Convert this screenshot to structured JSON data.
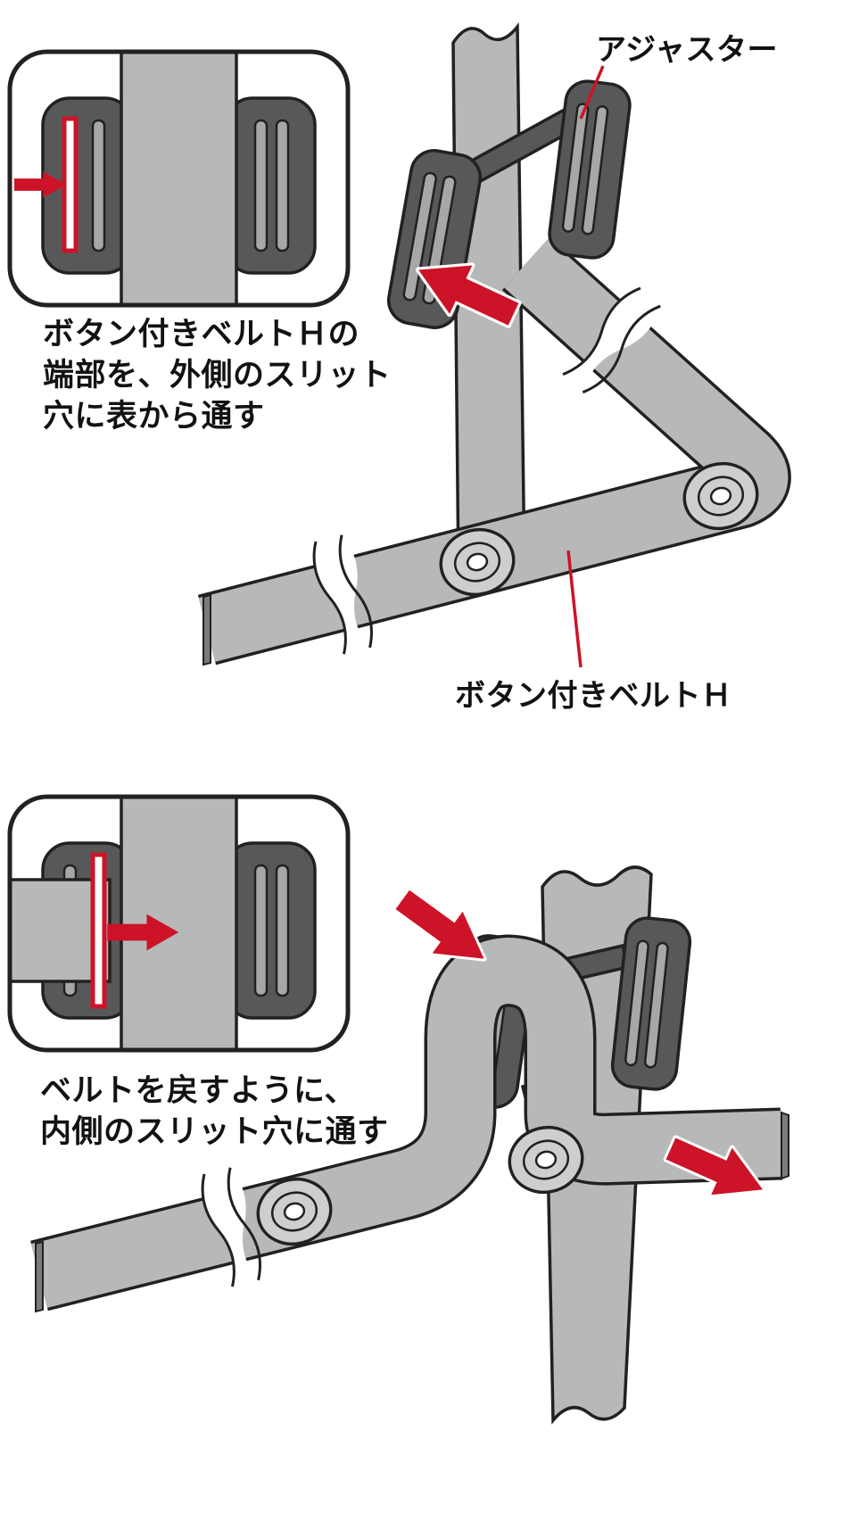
{
  "diagram": {
    "type": "assembly-instructions",
    "language": "ja"
  },
  "colors": {
    "belt": "#b7b9b8",
    "buckle": "#57585a",
    "slit": "#a6a8a7",
    "outline": "#232020",
    "red": "#cd1327",
    "button": "#cdcfce",
    "edge": "#7a7c7b",
    "background": "#ffffff"
  },
  "step1": {
    "caption": [
      "ボタン付きベルトＨの",
      "端部を、外側のスリット",
      "穴に表から通す"
    ],
    "labels": {
      "adjuster": "アジャスター",
      "belt": "ボタン付きベルトＨ"
    }
  },
  "step2": {
    "caption": [
      "ベルトを戻すように、",
      "内側のスリット穴に通す"
    ]
  }
}
